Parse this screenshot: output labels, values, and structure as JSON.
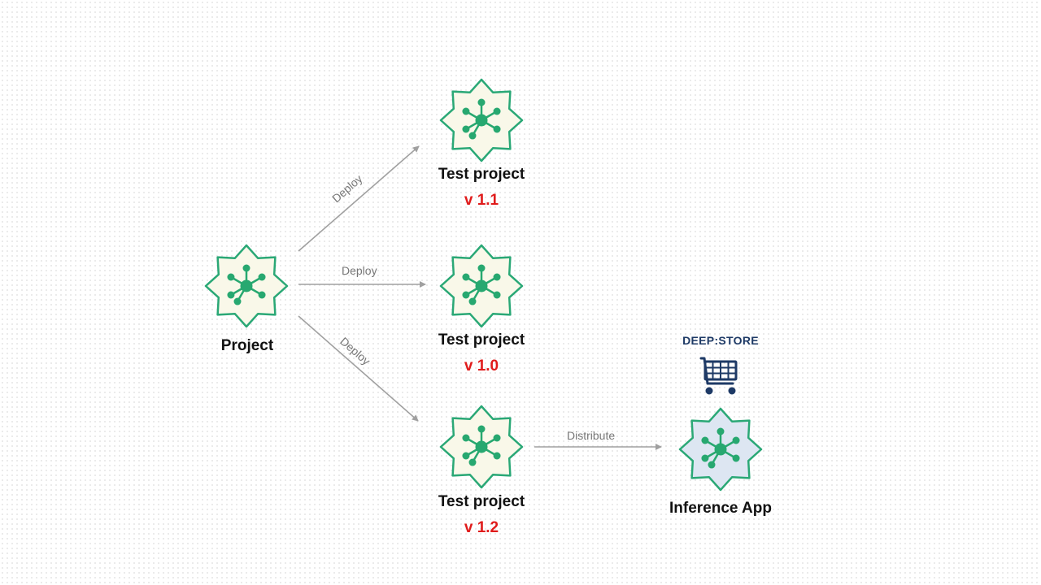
{
  "colors": {
    "star_stroke": "#2aa876",
    "star_fill_project": "#f9f8e9",
    "star_fill_app": "#dde6f2",
    "network": "#27a870",
    "arrow": "#a0a0a0",
    "version": "#e01b1b",
    "store": "#1e3a66"
  },
  "nodes": {
    "project": {
      "label": "Project",
      "icon": "neural-network-star-icon"
    },
    "test_v11": {
      "label": "Test project",
      "version": "v 1.1",
      "icon": "neural-network-star-icon"
    },
    "test_v10": {
      "label": "Test project",
      "version": "v 1.0",
      "icon": "neural-network-star-icon"
    },
    "test_v12": {
      "label": "Test project",
      "version": "v 1.2",
      "icon": "neural-network-star-icon"
    },
    "inference_app": {
      "label": "Inference App",
      "icon": "neural-network-star-icon"
    }
  },
  "edges": {
    "deploy_v11": {
      "label": "Deploy"
    },
    "deploy_v10": {
      "label": "Deploy"
    },
    "deploy_v12": {
      "label": "Deploy"
    },
    "distribute": {
      "label": "Distribute"
    }
  },
  "store": {
    "name": "DEEP:STORE",
    "icon": "shopping-cart-icon"
  }
}
